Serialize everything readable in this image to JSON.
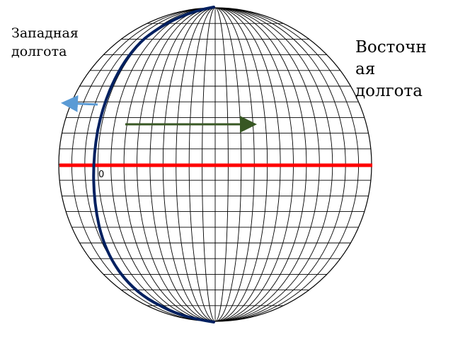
{
  "labels": {
    "west_line1": "Западная",
    "west_line2": "долгота",
    "east_line1": "Восточн",
    "east_line2": "ая",
    "east_line3": "долгота",
    "zero": "0"
  },
  "colors": {
    "grid": "#000000",
    "prime_meridian": "#002060",
    "equator": "#ff0000",
    "west_arrow": "#5b9bd5",
    "east_arrow": "#385723"
  }
}
